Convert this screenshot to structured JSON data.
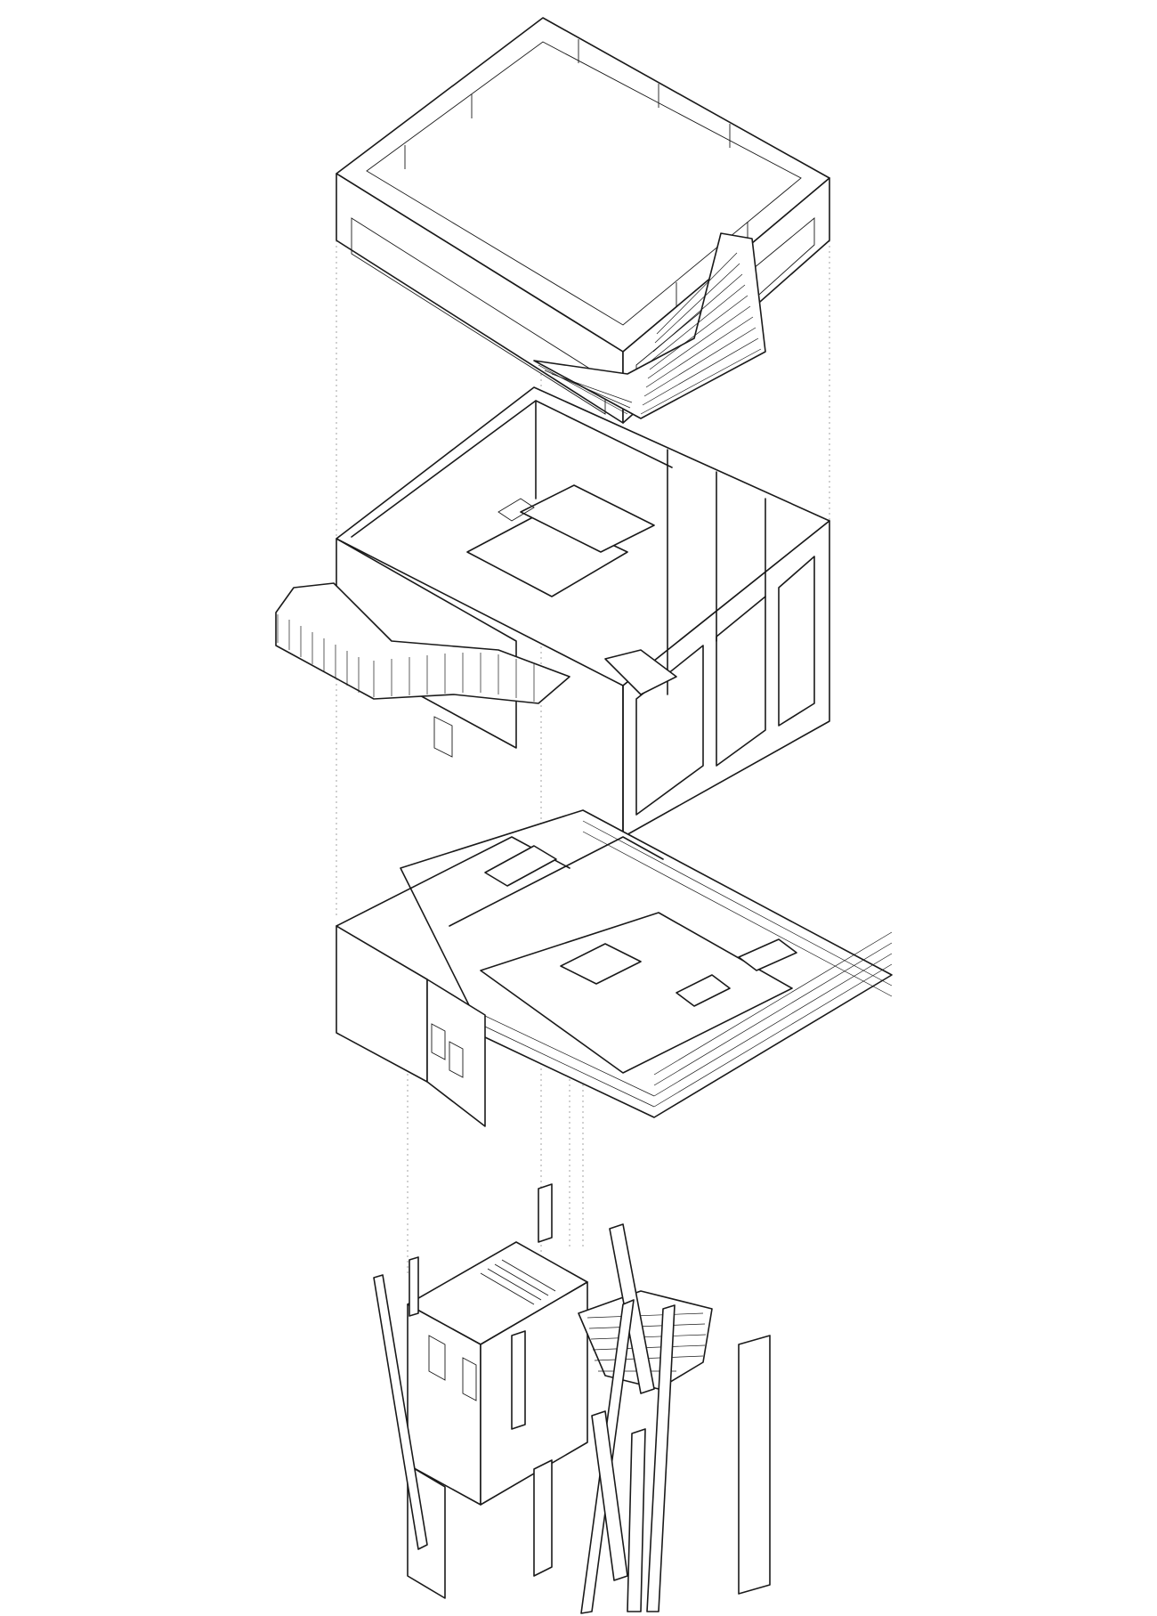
{
  "diagram": {
    "kind": "exploded axonometric drawing",
    "levels": [
      {
        "key": "roof"
      },
      {
        "key": "upper-floor"
      },
      {
        "key": "main-floor"
      },
      {
        "key": "base-stilts"
      }
    ],
    "colors": {
      "line": "#1a1a1a",
      "background": "#ffffff",
      "guide": "#9a9a9a"
    }
  }
}
